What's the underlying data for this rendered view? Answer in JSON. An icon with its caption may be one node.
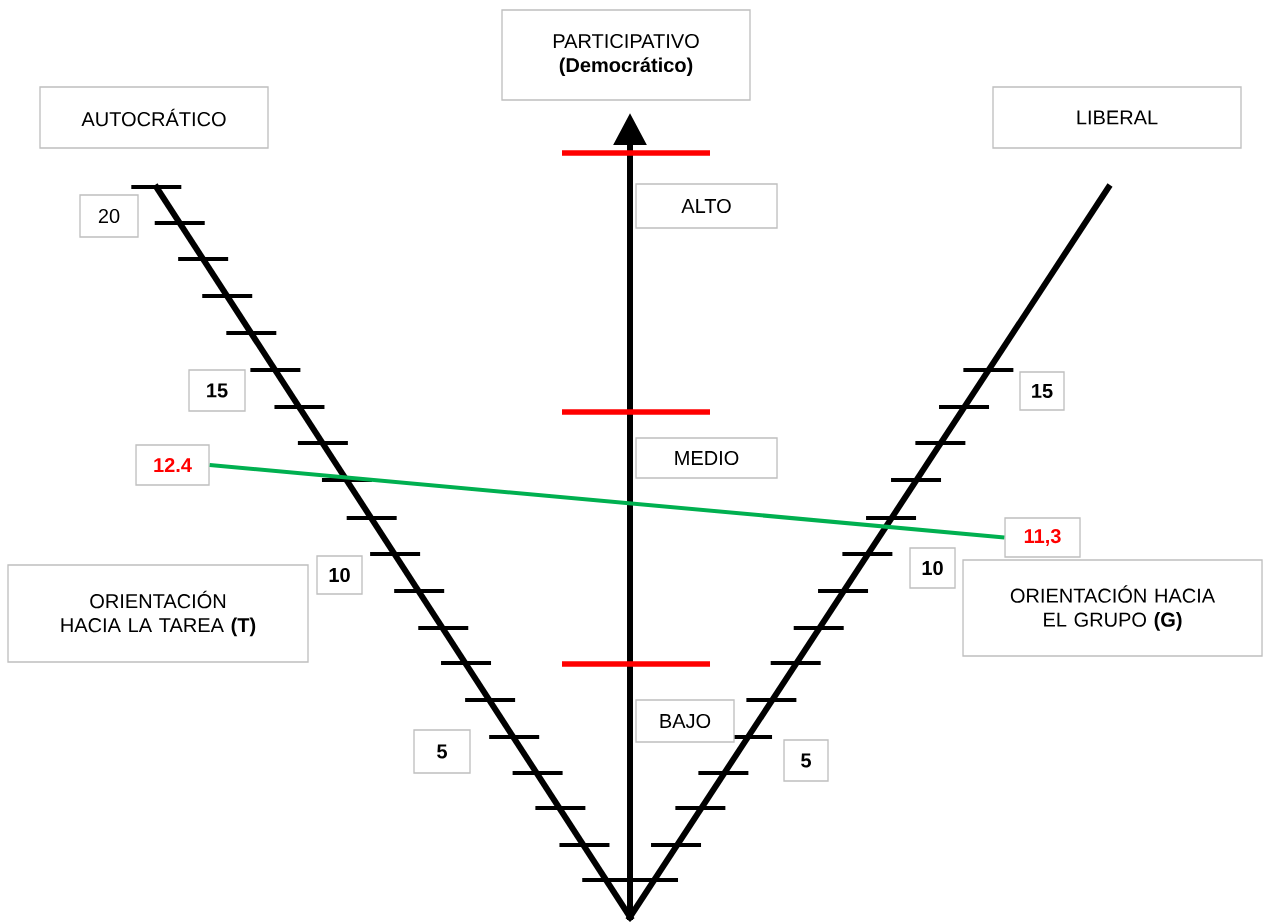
{
  "diagram": {
    "nodes": [
      {
        "text": [
          "PARTICIPATIVO **(Democrático)**"
        ]
      },
      {
        "text": [
          "AUTOCRÁTICO"
        ]
      },
      {
        "text": [
          "LIBERAL"
        ]
      },
      {
        "text": [
          "20"
        ]
      },
      {
        "text": [
          "ALTO"
        ]
      },
      {
        "text": [
          "15"
        ]
      },
      {
        "text": [
          "15"
        ]
      },
      {
        "text": [
          "12.4"
        ]
      },
      {
        "text": [
          "MEDIO"
        ]
      },
      {
        "text": [
          "11,3"
        ]
      },
      {
        "text": [
          "10"
        ]
      },
      {
        "text": [
          "10"
        ]
      },
      {
        "text": [
          "ORIENTACIÓN HACIA LA TAREA **(T)**"
        ]
      },
      {
        "text": [
          "ORIENTACIÓN HACIA EL GRUPO **(G)**"
        ]
      },
      {
        "text": [
          "BAJO"
        ]
      },
      {
        "text": [
          "5"
        ]
      },
      {
        "text": [
          "5"
        ]
      }
    ],
    "edges": [
      {
        "from": 7,
        "to": 9,
        "arrow": "none",
        "color": "#00b050"
      }
    ]
  }
}
